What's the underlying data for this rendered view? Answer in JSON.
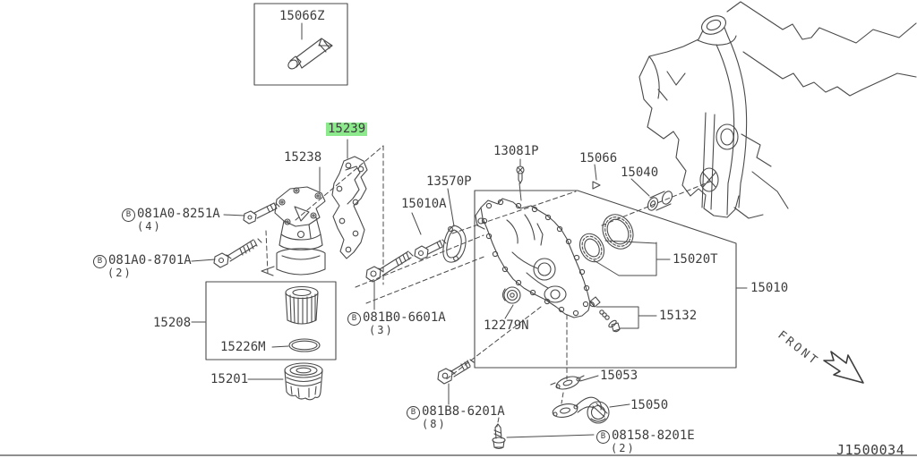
{
  "title_code": "J1500034",
  "orientation": {
    "front_label": "FRONT"
  },
  "colors": {
    "line": "#4a4a4a",
    "text": "#3d3d3d",
    "highlight": "#8ce98c"
  },
  "parts": {
    "p15066z": {
      "number": "15066Z"
    },
    "p15238": {
      "number": "15238"
    },
    "p15239": {
      "number": "15239",
      "highlighted": true
    },
    "p15208": {
      "number": "15208"
    },
    "p15226m": {
      "number": "15226M"
    },
    "p15201": {
      "number": "15201"
    },
    "p13570p": {
      "number": "13570P"
    },
    "p15010a": {
      "number": "15010A"
    },
    "p13081p": {
      "number": "13081P"
    },
    "p15066": {
      "number": "15066"
    },
    "p15040": {
      "number": "15040"
    },
    "p15020t": {
      "number": "15020T"
    },
    "p15010": {
      "number": "15010"
    },
    "p15132": {
      "number": "15132"
    },
    "p12279n": {
      "number": "12279N"
    },
    "p15053": {
      "number": "15053"
    },
    "p15050": {
      "number": "15050"
    },
    "b081a0_8251a": {
      "prefix": "B",
      "number": "081A0-8251A",
      "qty": "(4)"
    },
    "b081a0_8701a": {
      "prefix": "B",
      "number": "081A0-8701A",
      "qty": "(2)"
    },
    "b081b0_6601a": {
      "prefix": "B",
      "number": "081B0-6601A",
      "qty": "(3)"
    },
    "b081b8_6201a": {
      "prefix": "B",
      "number": "081B8-6201A",
      "qty": "(8)"
    },
    "b08158_8201e": {
      "prefix": "B",
      "number": "08158-8201E",
      "qty": "(2)"
    }
  }
}
